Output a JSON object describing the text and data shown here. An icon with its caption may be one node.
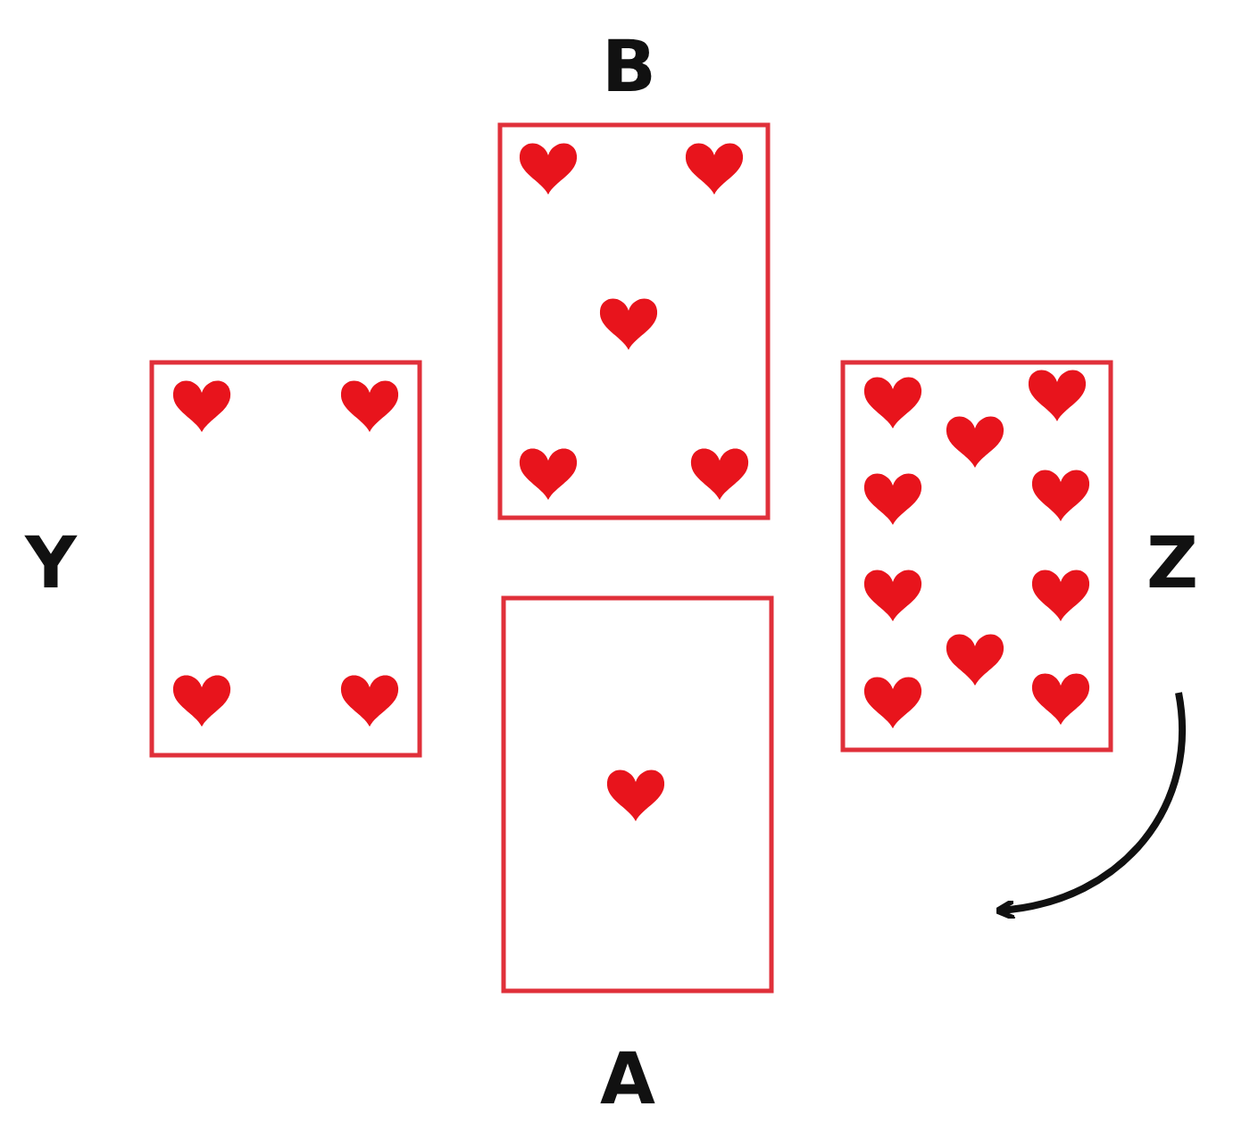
{
  "diagram": {
    "labels": [
      "B",
      "Y",
      "Z",
      "A"
    ]
  }
}
